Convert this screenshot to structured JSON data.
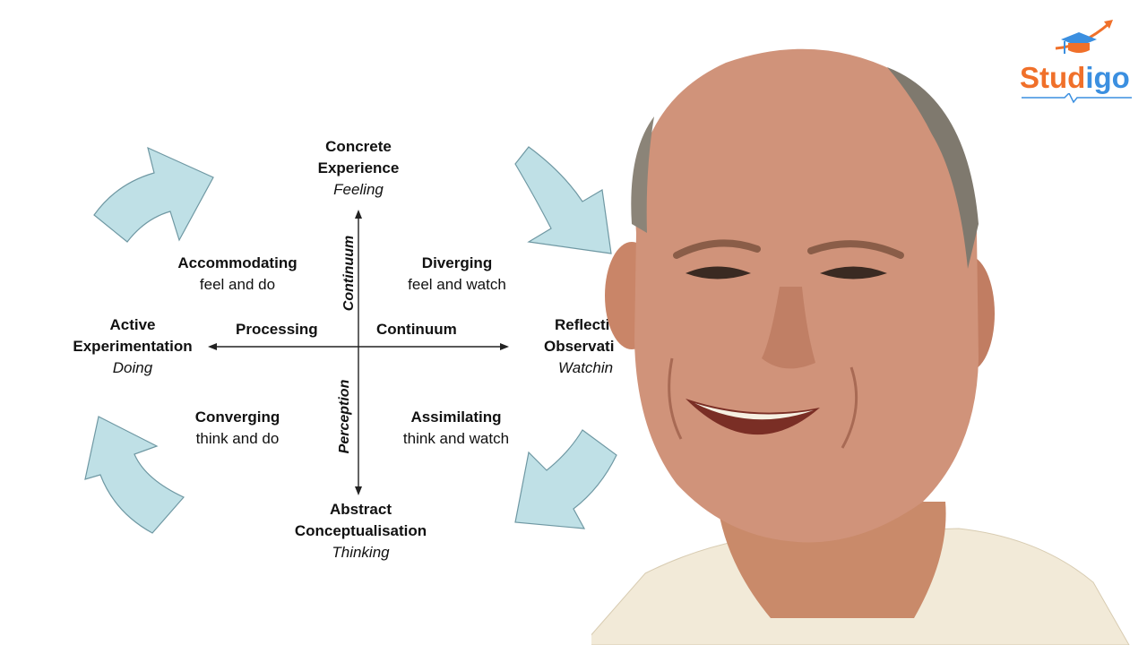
{
  "diagram": {
    "top": {
      "title_line1": "Concrete",
      "title_line2": "Experience",
      "subtitle": "Feeling"
    },
    "bottom": {
      "title_line1": "Abstract",
      "title_line2": "Conceptualisation",
      "subtitle": "Thinking"
    },
    "left": {
      "title_line1": "Active",
      "title_line2": "Experimentation",
      "subtitle": "Doing"
    },
    "right": {
      "title_line1": "Reflecti",
      "title_line2": "Observati",
      "subtitle": "Watchin"
    },
    "quadrants": {
      "top_left": {
        "title": "Accommodating",
        "desc": "feel and do"
      },
      "top_right": {
        "title": "Diverging",
        "desc": "feel and watch"
      },
      "bottom_left": {
        "title": "Converging",
        "desc": "think and do"
      },
      "bottom_right": {
        "title": "Assimilating",
        "desc": "think and watch"
      }
    },
    "axis_labels": {
      "horizontal_left": "Processing",
      "horizontal_right": "Continuum",
      "vertical_top": "Continuum",
      "vertical_bottom": "Perception"
    },
    "arrow_color": "#bfe0e6",
    "arrow_stroke": "#6f98a3"
  },
  "logo": {
    "brand_part1": "Stud",
    "brand_part2": "igo",
    "icon": "graduation-cap-icon",
    "colors": {
      "orange": "#f0702a",
      "blue": "#3b8fe0"
    }
  },
  "photo": {
    "icon": "smiling-man-portrait"
  }
}
